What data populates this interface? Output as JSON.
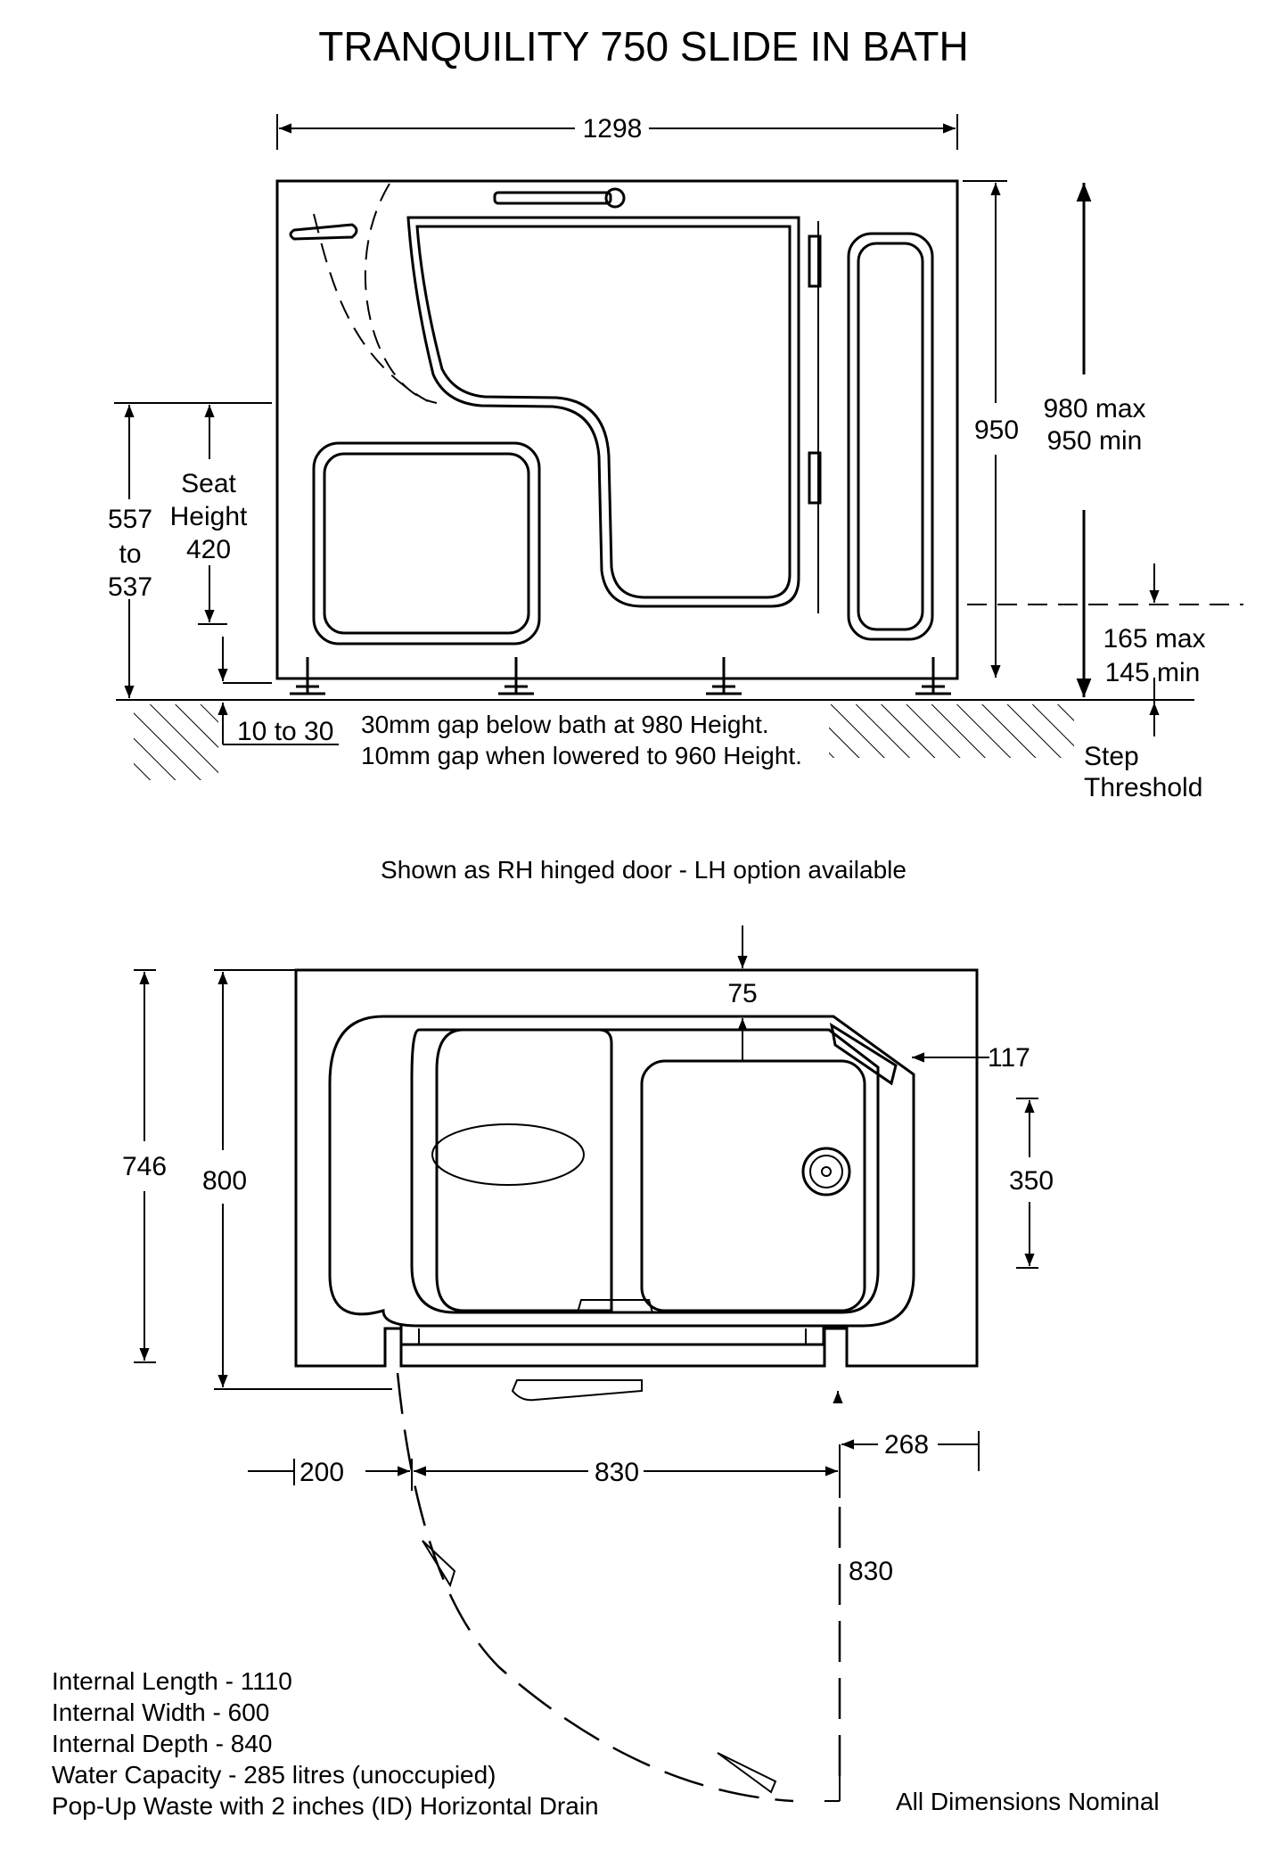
{
  "title": "TRANQUILITY 750 SLIDE IN BATH",
  "side_view": {
    "width_dim": "1298",
    "height_dim": "950",
    "height_range": [
      "980 max",
      "950 min"
    ],
    "seat_label": [
      "Seat",
      "Height",
      "420"
    ],
    "seat_range": [
      "557",
      "to",
      "537"
    ],
    "gap_dim": "10 to 30",
    "gap_notes": [
      "30mm gap below bath at 980 Height.",
      "10mm gap when lowered to 960 Height."
    ],
    "step_range": [
      "165 max",
      "145 min"
    ],
    "step_label": [
      "Step",
      "Threshold"
    ]
  },
  "door_note": "Shown as RH hinged door - LH option available",
  "plan_view": {
    "depth_outer": "800",
    "depth_inner": "746",
    "top_gap": "75",
    "side_gap": "117",
    "waste_offset": "350",
    "door_left": "200",
    "door_width": "830",
    "door_right": "268",
    "door_swing": "830"
  },
  "specs": [
    "Internal Length - 1110",
    "Internal Width - 600",
    "Internal Depth - 840",
    "Water Capacity - 285 litres (unoccupied)",
    "Pop-Up Waste with 2 inches (ID) Horizontal Drain"
  ],
  "footer_note": "All Dimensions Nominal"
}
